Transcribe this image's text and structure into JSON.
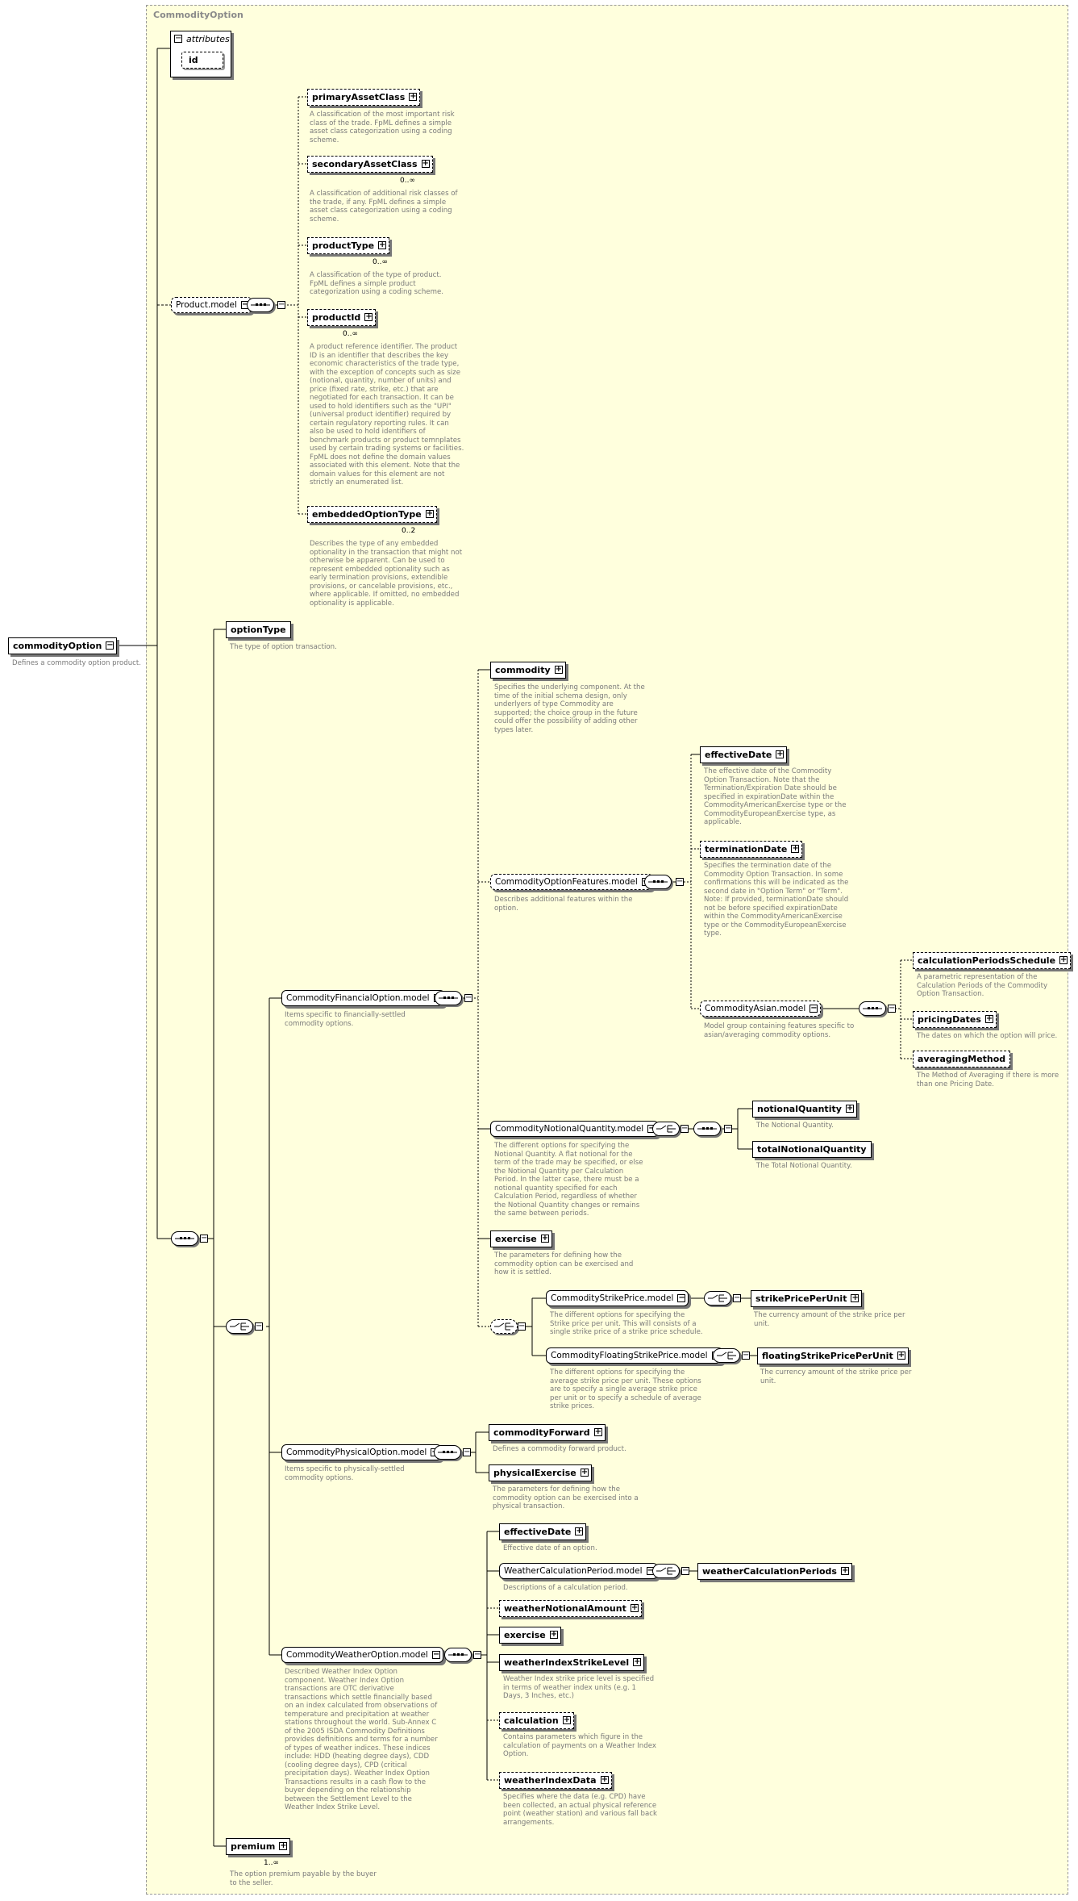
{
  "diagram": {
    "panel_title": "CommodityOption",
    "root": {
      "name": "commodityOption",
      "desc": "Defines a commodity option product."
    },
    "attributes": {
      "label": "attributes",
      "items": [
        "id"
      ]
    },
    "product_model": {
      "name": "Product.model",
      "children": [
        {
          "name": "primaryAssetClass",
          "card": "",
          "desc": "A classification of the most important risk\nclass of the trade. FpML defines a simple\nasset class categorization using a coding\nscheme."
        },
        {
          "name": "secondaryAssetClass",
          "card": "0..∞",
          "desc": "A classification of additional risk classes of\nthe trade, if any. FpML defines a simple\nasset class categorization using a coding\nscheme."
        },
        {
          "name": "productType",
          "card": "0..∞",
          "desc": "A classification of the type of product.\nFpML defines a simple product\ncategorization using a coding scheme."
        },
        {
          "name": "productId",
          "card": "0..∞",
          "desc": "A product reference identifier. The product\nID is an identifier that describes the key\neconomic characteristics of the trade type,\nwith the exception of concepts such as size\n(notional, quantity, number of units) and\nprice (fixed rate, strike, etc.) that are\nnegotiated for each transaction. It can be\nused to hold identifiers such as the \"UPI\"\n(universal product identifier) required by\ncertain regulatory reporting rules. It can\nalso be used to hold identifiers of\nbenchmark products or product temnplates\nused by certain trading systems or facilities.\nFpML does not define the domain values\nassociated with this element. Note that the\ndomain values for this element are not\nstrictly an enumerated list."
        },
        {
          "name": "embeddedOptionType",
          "card": "0..2",
          "desc": "Describes the type of any embedded\noptionality in the transaction that might not\notherwise be apparent. Can be used to\nrepresent embedded optionality such as\nearly termination provisions, extendible\nprovisions, or cancelable provisions, etc.,\nwhere applicable. If omitted, no embedded\noptionality is applicable."
        }
      ]
    },
    "optionType": {
      "name": "optionType",
      "desc": "The type of option transaction."
    },
    "financial": {
      "name": "CommodityFinancialOption.model",
      "desc": "Items specific to financially-settled\ncommodity options.",
      "commodity": {
        "name": "commodity",
        "desc": "Specifies the underlying component. At the\ntime of the initial schema design, only\nunderlyers of type Commodity are\nsupported; the choice group in the future\ncould offer the possibility of adding other\ntypes later."
      },
      "features": {
        "name": "CommodityOptionFeatures.model",
        "desc": "Describes additional features within the\noption.",
        "effectiveDate": {
          "name": "effectiveDate",
          "desc": "The effective date of the Commodity\nOption Transaction. Note that the\nTermination/Expiration Date should be\nspecified in expirationDate within the\nCommodityAmericanExercise type or the\nCommodityEuropeanExercise type, as\napplicable."
        },
        "terminationDate": {
          "name": "terminationDate",
          "desc": "Specifies the termination date of the\nCommodity Option Transaction. In some\nconfirmations this will be indicated as the\nsecond date in \"Option Term\" or \"Term\".\nNote: If provided, terminationDate should\nnot be before specified expirationDate\nwithin the CommodityAmericanExercise\ntype or the CommodityEuropeanExercise\ntype."
        },
        "asian": {
          "name": "CommodityAsian.model",
          "desc": "Model group containing features specific to\nasian/averaging commodity options.",
          "items": [
            {
              "name": "calculationPeriodsSchedule",
              "desc": "A parametric representation of the\nCalculation Periods of the Commodity\nOption Transaction."
            },
            {
              "name": "pricingDates",
              "desc": "The dates on which the option will price."
            },
            {
              "name": "averagingMethod",
              "desc": "The Method of Averaging if there is more\nthan one Pricing Date."
            }
          ]
        }
      },
      "notional": {
        "name": "CommodityNotionalQuantity.model",
        "desc": "The different options for specifying the\nNotional Quantity. A flat notional for the\nterm of the trade may be specified, or else\nthe Notional Quantity per Calculation\nPeriod. In the latter case, there must be a\nnotional quantity specified for each\nCalculation Period, regardless of whether\nthe Notional Quantity changes or remains\nthe same between periods.",
        "items": [
          {
            "name": "notionalQuantity",
            "desc": "The Notional Quantity."
          },
          {
            "name": "totalNotionalQuantity",
            "desc": "The Total Notional Quantity."
          }
        ]
      },
      "exercise": {
        "name": "exercise",
        "desc": "The parameters for defining how the\ncommodity option can be exercised and\nhow it is settled."
      },
      "strike": {
        "name": "CommodityStrikePrice.model",
        "desc": "The different options for specifying the\nStrike price per unit. This will consists of a\nsingle strike price of a strike price schedule.",
        "child": "strikePricePerUnit",
        "child_desc": "The currency amount of the strike price per\nunit."
      },
      "floating": {
        "name": "CommodityFloatingStrikePrice.model",
        "desc": "The different options for specifying the\naverage strike price per unit. These options\nare to specify a single average strike price\nper unit or to specify a schedule of average\nstrike prices.",
        "child": "floatingStrikePricePerUnit",
        "child_desc": "The currency amount of the strike price per\nunit."
      }
    },
    "physical": {
      "name": "CommodityPhysicalOption.model",
      "desc": "Items specific to physically-settled\ncommodity options.",
      "items": [
        {
          "name": "commodityForward",
          "desc": "Defines a commodity forward product."
        },
        {
          "name": "physicalExercise",
          "desc": "The parameters for defining how the\ncommodity option can be exercised into a\nphysical transaction."
        }
      ]
    },
    "weather": {
      "name": "CommodityWeatherOption.model",
      "desc": "Described Weather Index Option\ncomponent. Weather Index Option\ntransactions are OTC derivative\ntransactions which settle financially based\non an index calculated from observations of\ntemperature and precipitation at weather\nstations throughout the world. Sub-Annex C\nof the 2005 ISDA Commodity Definitions\nprovides definitions and terms for a number\nof types of weather indices. These indices\ninclude: HDD (heating degree days), CDD\n(cooling degree days), CPD (critical\nprecipitation days). Weather Index Option\nTransactions results in a cash flow to the\nbuyer depending on the relationship\nbetween the Settlement Level to the\nWeather Index Strike Level.",
      "effectiveDate": {
        "name": "effectiveDate",
        "desc": "Effective date of an option."
      },
      "calcPeriod": {
        "name": "WeatherCalculationPeriod.model",
        "desc": "Descriptions of a calculation period.",
        "child": "weatherCalculationPeriods"
      },
      "items": [
        {
          "name": "weatherNotionalAmount",
          "desc": ""
        },
        {
          "name": "exercise",
          "desc": ""
        },
        {
          "name": "weatherIndexStrikeLevel",
          "desc": "Weather Index strike price level is specified\nin terms of weather index units (e.g. 1\nDays, 3 Inches, etc.)"
        },
        {
          "name": "calculation",
          "desc": "Contains parameters which figure in the\ncalculation of payments on a Weather Index\nOption."
        },
        {
          "name": "weatherIndexData",
          "desc": "Specifies where the data (e.g. CPD) have\nbeen collected, an actual physical reference\npoint (weather station) and various fall back\narrangements."
        }
      ]
    },
    "premium": {
      "name": "premium",
      "card": "1..∞",
      "desc": "The option premium payable by the buyer\nto the seller."
    }
  }
}
